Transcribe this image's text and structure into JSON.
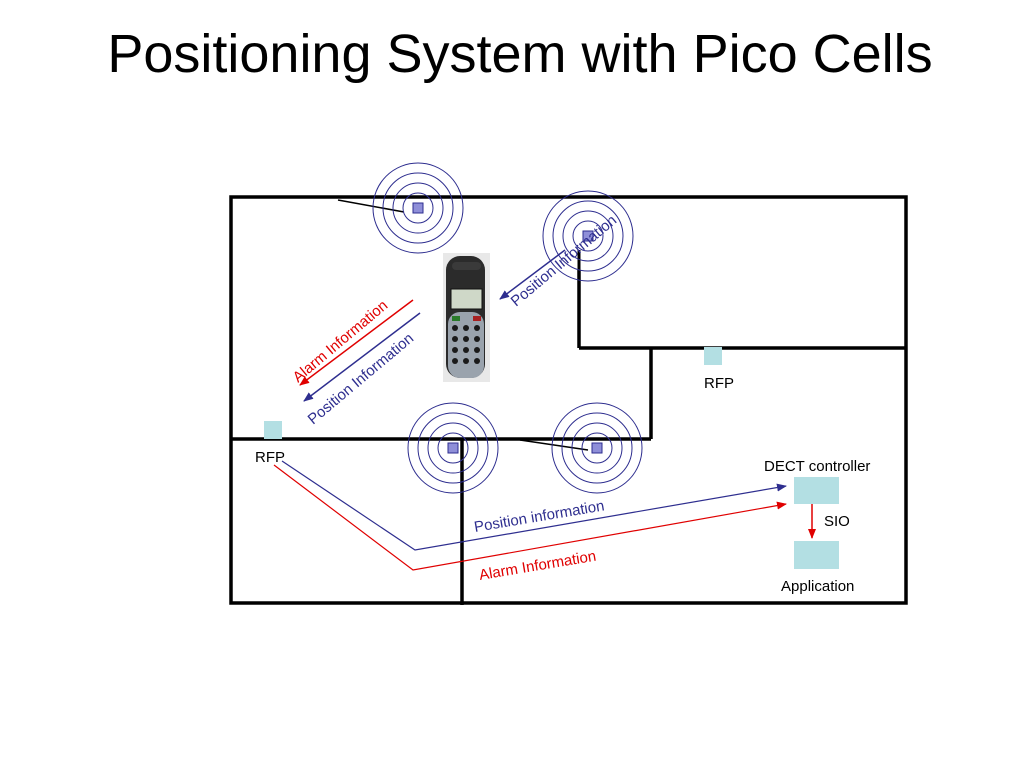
{
  "title": "Positioning System with Pico Cells",
  "labels": {
    "rfp_right": "RFP",
    "rfp_left": "RFP",
    "dect_controller": "DECT controller",
    "sio": "SIO",
    "application": "Application",
    "position_info_top": "Position Information",
    "position_info_mid": "Position Information",
    "alarm_info_mid": "Alarm Information",
    "position_info_bottom": "Position information",
    "alarm_info_bottom": "Alarm Information"
  },
  "colors": {
    "position_arrow": "#2e2e8f",
    "alarm_arrow": "#e00000",
    "rfp_box": "#b3dfe3",
    "pico_cell": "#8f8fd8",
    "wall": "#000000"
  }
}
